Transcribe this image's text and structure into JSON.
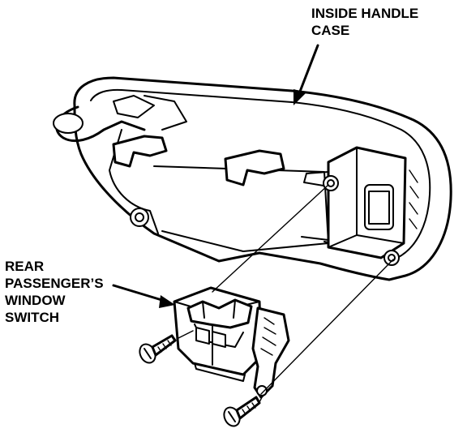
{
  "labels": {
    "inside_handle_case": [
      "INSIDE HANDLE",
      "CASE"
    ],
    "rear_passenger_window_switch": [
      "REAR",
      "PASSENGER’S",
      "WINDOW",
      "SWITCH"
    ]
  },
  "parts": {
    "handle_case": "inside-handle-case",
    "switch": "rear-passenger-window-switch",
    "screws": 2
  },
  "colors": {
    "ink": "#000000",
    "paper": "#ffffff"
  }
}
